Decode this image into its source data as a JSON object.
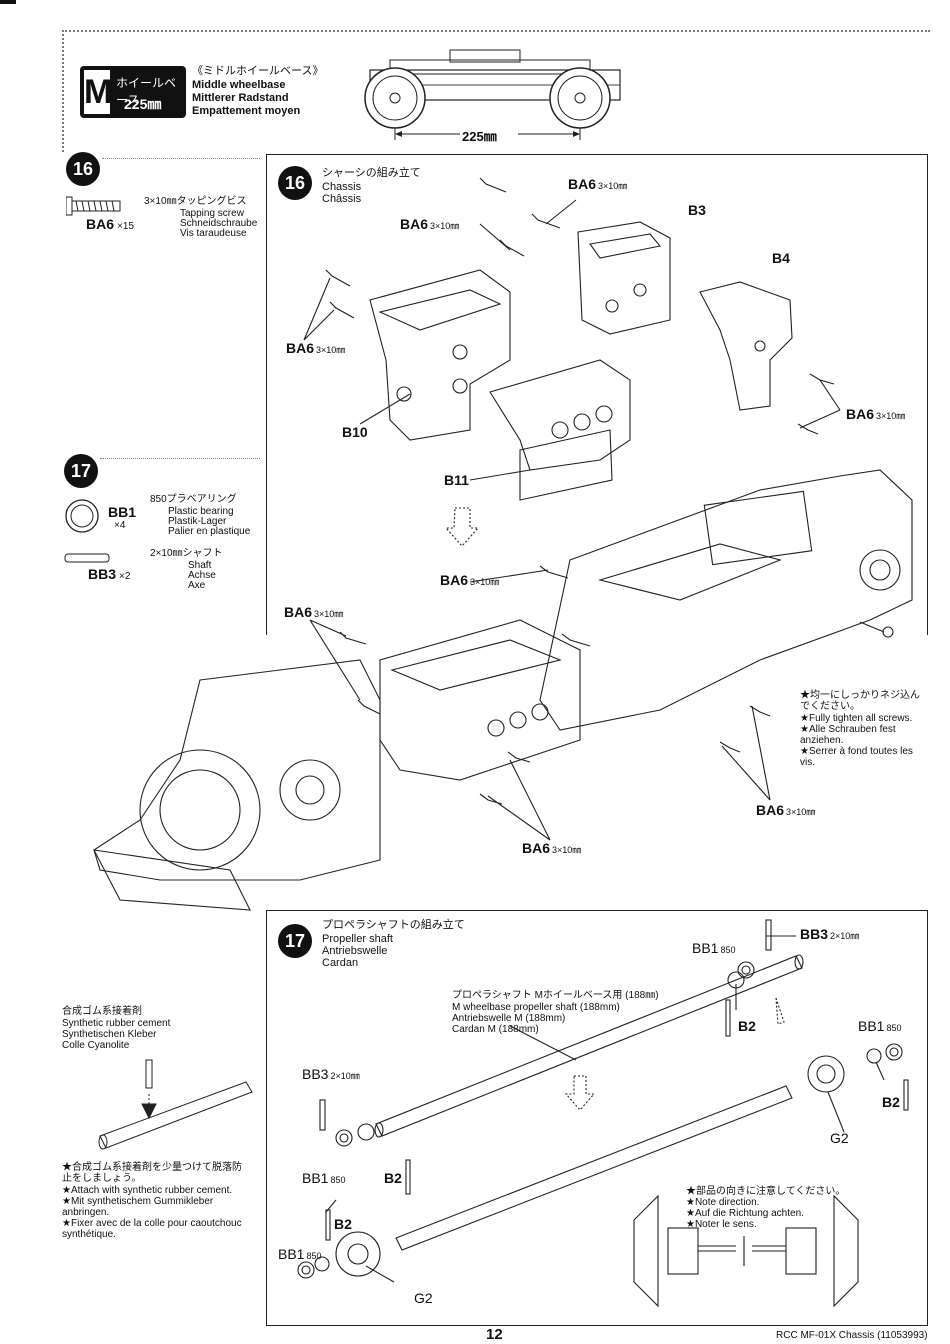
{
  "header": {
    "badge_letter": "M",
    "badge_jp": "ホイールベース",
    "badge_mm": "225㎜",
    "title_jp": "《ミドルホイールベース》",
    "title_en": "Middle wheelbase",
    "title_de": "Mittlerer Radstand",
    "title_fr": "Empattement moyen",
    "dimension": "225㎜"
  },
  "left_step16": {
    "number": "16",
    "part_code": "BA6",
    "part_qty": "×15",
    "size": "3×10㎜タッピングビス",
    "names": [
      "Tapping screw",
      "Schneidschraube",
      "Vis taraudeuse"
    ]
  },
  "left_step17": {
    "number": "17",
    "bb1_code": "BB1",
    "bb1_qty": "×4",
    "bb1_size": "850プラベアリング",
    "bb1_names": [
      "Plastic bearing",
      "Plastik-Lager",
      "Palier en plastique"
    ],
    "bb3_code": "BB3",
    "bb3_qty": "×2",
    "bb3_size": "2×10㎜シャフト",
    "bb3_names": [
      "Shaft",
      "Achse",
      "Axe"
    ]
  },
  "cement": {
    "title_lines": [
      "合成ゴム系接着剤",
      "Synthetic rubber cement",
      "Synthetischen Kleber",
      "Colle Cyanolite"
    ],
    "note_lines": [
      "★合成ゴム系接着剤を少量つけて脱落防",
      "止をしましょう。",
      "★Attach with synthetic rubber cement.",
      "★Mit synthetischem Gummikleber",
      "anbringen.",
      "★Fixer avec de la colle pour caoutchouc",
      "synthétique."
    ]
  },
  "panel16": {
    "number": "16",
    "title_jp": "シャーシの組み立て",
    "title_en": "Chassis",
    "title_fr": "Châssis",
    "labels": {
      "ba6_a": "BA6",
      "ba6_b": "BA6",
      "ba6_c": "BA6",
      "ba6_d": "BA6",
      "ba6_e": "BA6",
      "ba6_f": "BA6",
      "ba6_g": "BA6",
      "ba6_h": "BA6",
      "size": "3×10㎜",
      "b3": "B3",
      "b4": "B4",
      "b10": "B10",
      "b11": "B11"
    },
    "note_lines": [
      "★均一にしっかりネジ込ん",
      "でください。",
      "★Fully tighten all screws.",
      "★Alle Schrauben fest",
      "anziehen.",
      "★Serrer à fond toutes les",
      "vis."
    ]
  },
  "panel17": {
    "number": "17",
    "title_jp": "プロペラシャフトの組み立て",
    "title_en": "Propeller shaft",
    "title_de": "Antriebswelle",
    "title_fr": "Cardan",
    "shaft_lines": [
      "プロペラシャフト Mホイールベース用 (188㎜)",
      "M wheelbase propeller shaft (188mm)",
      "Antriebswelle M (188mm)",
      "Cardan M (188mm)"
    ],
    "labels": {
      "bb3": "BB3",
      "bb3_size": "2×10㎜",
      "bb1": "BB1",
      "bb1_size": "850",
      "b2": "B2",
      "g2": "G2"
    },
    "note_lines": [
      "★部品の向きに注意してください。",
      "★Note direction.",
      "★Auf die Richtung achten.",
      "★Noter le sens."
    ]
  },
  "footer": {
    "page": "12",
    "manual": "RCC MF-01X Chassis (11053993)"
  }
}
